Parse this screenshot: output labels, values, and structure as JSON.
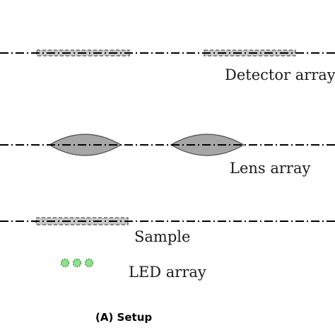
{
  "labels": {
    "detector_array": "Detector array",
    "lens_array": "Lens array",
    "sample": "Sample",
    "led_array": "LED array"
  },
  "caption": "(A) Setup",
  "colors": {
    "line": "#000000",
    "lens_fill": "#a6a6a6",
    "plate_fill": "#c8c8c8",
    "led_fill": "#8ee08e",
    "led_stroke": "#2e8b2e"
  }
}
